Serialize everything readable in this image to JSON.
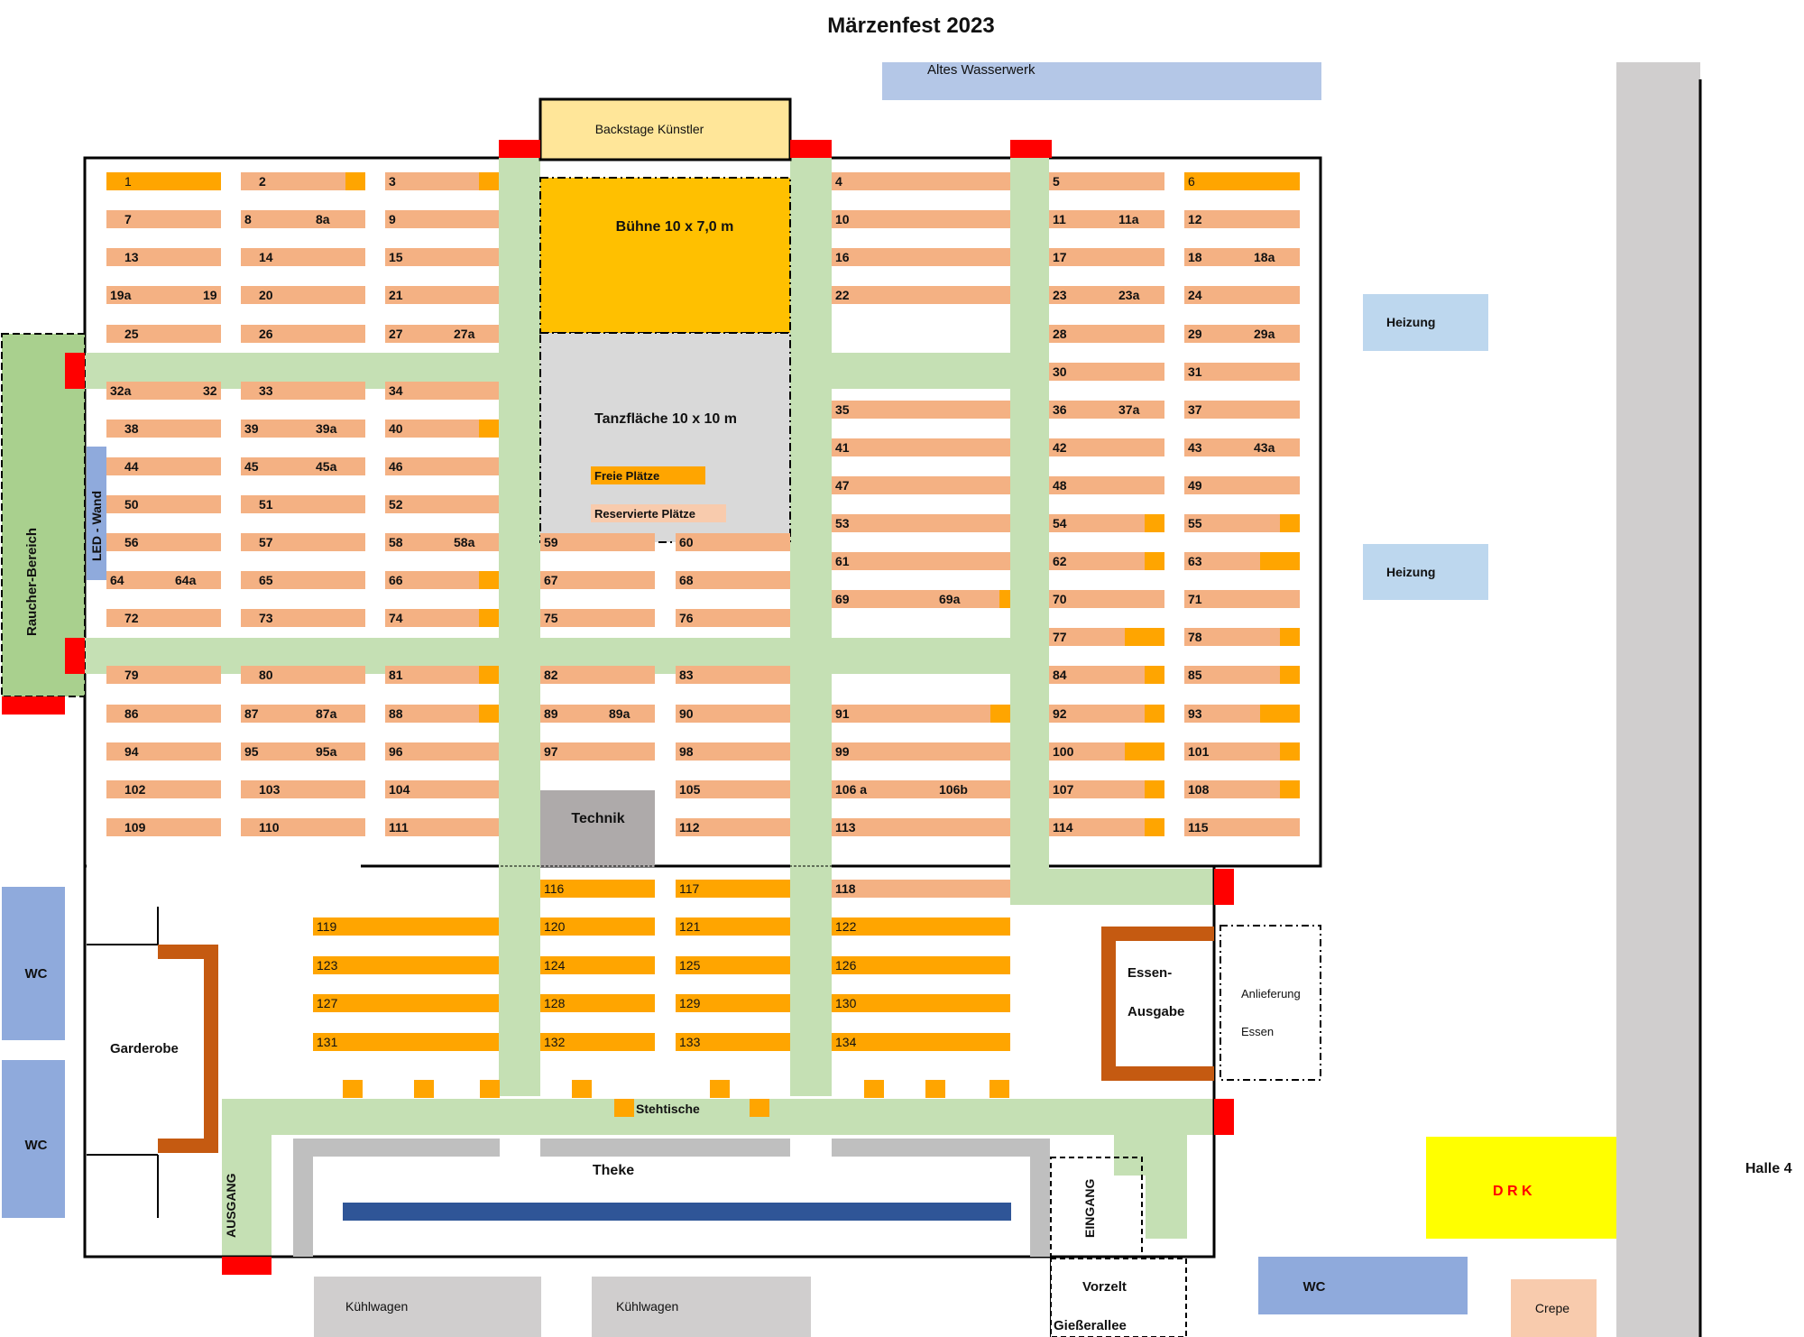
{
  "title": "Märzenfest 2023",
  "colors": {
    "table": "#f4b183",
    "free": "#ffa500",
    "stage": "#ffc000",
    "aisle": "#c5e0b4",
    "smoker": "#a9d08e",
    "blue_light": "#b4c7e7",
    "heating": "#bdd7ee",
    "wc": "#8faadc",
    "technik": "#aeaaaa",
    "theke": "#bfbfbf",
    "bar_blue": "#2f5597",
    "counter_brown": "#c55a11",
    "drk": "#ffff00",
    "drk_text": "#ff0000",
    "exit": "#ff0000",
    "backstage": "#ffe699"
  },
  "areas": {
    "altes_wasserwerk": "Altes Wasserwerk",
    "backstage": "Backstage Künstler",
    "buehne": "Bühne 10 x 7,0 m",
    "tanzflaeche": "Tanzfläche 10 x 10 m",
    "heizung_1": "Heizung",
    "heizung_2": "Heizung",
    "raucher": "Raucher-Bereich",
    "led_wand": "LED - Wand",
    "technik": "Technik",
    "wc_1": "WC",
    "wc_2": "WC",
    "wc_3": "WC",
    "garderobe": "Garderobe",
    "essen_ausgabe_1": "Essen-",
    "essen_ausgabe_2": "Ausgabe",
    "anlieferung_1": "Anlieferung",
    "anlieferung_2": "Essen",
    "stehtische": "Stehtische",
    "theke": "Theke",
    "ausgang": "AUSGANG",
    "eingang": "EINGANG",
    "vorzelt_1": "Vorzelt",
    "vorzelt_2": "Gießerallee",
    "kuehlwagen_1": "Kühlwagen",
    "kuehlwagen_2": "Kühlwagen",
    "drk": "D R K",
    "halle": "Halle 4",
    "crepe": "Crepe"
  },
  "legend": {
    "free": "Freie Plätze",
    "reserved": "Reservierte Plätze"
  },
  "tables": {
    "r1": [
      "1",
      "2",
      "3",
      "4",
      "5",
      "6"
    ],
    "r2": [
      "7",
      "8",
      "8a",
      "9",
      "10",
      "11",
      "11a",
      "12"
    ],
    "r3": [
      "13",
      "14",
      "15",
      "16",
      "17",
      "18",
      "18a"
    ],
    "r4": [
      "19a",
      "19",
      "20",
      "21",
      "22",
      "23",
      "23a",
      "24"
    ],
    "r5": [
      "25",
      "26",
      "27",
      "27a",
      "28",
      "29",
      "29a"
    ],
    "r6": [
      "30",
      "31"
    ],
    "r7": [
      "32a",
      "32",
      "33",
      "34"
    ],
    "r8": [
      "35",
      "36",
      "37a",
      "37"
    ],
    "r9": [
      "38",
      "39",
      "39a",
      "40"
    ],
    "r10": [
      "41",
      "42",
      "43",
      "43a"
    ],
    "r11": [
      "44",
      "45",
      "45a",
      "46"
    ],
    "r12": [
      "47",
      "48",
      "49"
    ],
    "r13": [
      "50",
      "51",
      "52"
    ],
    "r14": [
      "53",
      "54",
      "55"
    ],
    "r15": [
      "56",
      "57",
      "58",
      "58a",
      "59",
      "60"
    ],
    "r16": [
      "61",
      "62",
      "63"
    ],
    "r17": [
      "64",
      "64a",
      "65",
      "66",
      "67",
      "68"
    ],
    "r18": [
      "69",
      "69a",
      "70",
      "71"
    ],
    "r19": [
      "72",
      "73",
      "74",
      "75",
      "76"
    ],
    "r20": [
      "77",
      "78"
    ],
    "r21": [
      "79",
      "80",
      "81",
      "82",
      "83",
      "84",
      "85"
    ],
    "r22": [
      "86",
      "87",
      "87a",
      "88",
      "89",
      "89a",
      "90",
      "91",
      "92",
      "93"
    ],
    "r23": [
      "94",
      "95",
      "95a",
      "96",
      "97",
      "98",
      "99",
      "100",
      "101"
    ],
    "r24": [
      "102",
      "103",
      "104",
      "105",
      "106 a",
      "106b",
      "107",
      "108"
    ],
    "r25": [
      "109",
      "110",
      "111",
      "112",
      "113",
      "114",
      "115"
    ],
    "r26": [
      "116",
      "117",
      "118"
    ],
    "r27": [
      "119",
      "120",
      "121",
      "122"
    ],
    "r28": [
      "123",
      "124",
      "125",
      "126"
    ],
    "r29": [
      "127",
      "128",
      "129",
      "130"
    ],
    "r30": [
      "131",
      "132",
      "133",
      "134"
    ]
  }
}
